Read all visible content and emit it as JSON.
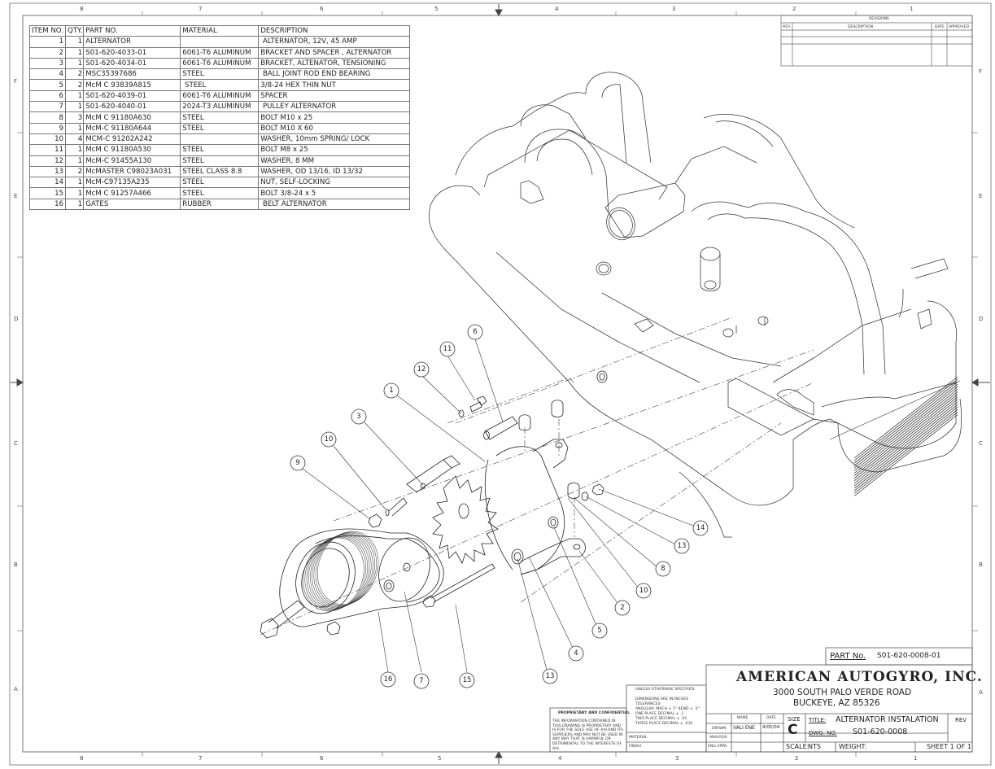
{
  "border": {
    "columns_top": [
      "8",
      "7",
      "6",
      "5",
      "4",
      "3",
      "2",
      "1"
    ],
    "columns_bottom": [
      "8",
      "7",
      "6",
      "5",
      "4",
      "3",
      "2",
      "1"
    ],
    "rows_left": [
      "F",
      "E",
      "D",
      "C",
      "B",
      "A"
    ],
    "rows_right": [
      "F",
      "E",
      "D",
      "C",
      "B",
      "A"
    ]
  },
  "bom": {
    "headers": [
      "ITEM NO.",
      "QTY.",
      "PART NO.",
      "MATERIAL",
      "DESCRIPTION"
    ],
    "rows": [
      {
        "item": "1",
        "qty": "1",
        "part": "ALTERNATOR",
        "material": "",
        "description": " ALTERNATOR, 12V, 45 AMP"
      },
      {
        "item": "2",
        "qty": "1",
        "part": "S01-620-4033-01",
        "material": "6061-T6 ALUMINUM",
        "description": "BRACKET AND SPACER , ALTERNATOR"
      },
      {
        "item": "3",
        "qty": "1",
        "part": "S01-620-4034-01",
        "material": "6061-T6 ALUMINUM",
        "description": "BRACKET, ALTENATOR, TENSIONING"
      },
      {
        "item": "4",
        "qty": "2",
        "part": "MSC35397686",
        "material": "STEEL",
        "description": " BALL JOINT ROD END BEARING"
      },
      {
        "item": "5",
        "qty": "2",
        "part": "McM C 93839A815",
        "material": " STEEL",
        "description": "3/8-24 HEX THIN NUT"
      },
      {
        "item": "6",
        "qty": "1",
        "part": "S01-620-4039-01",
        "material": "6061-T6 ALUMINUM",
        "description": "SPACER"
      },
      {
        "item": "7",
        "qty": "1",
        "part": "S01-620-4040-01",
        "material": "2024-T3 ALUMINUM",
        "description": " PULLEY ALTERNATOR"
      },
      {
        "item": "8",
        "qty": "3",
        "part": "McM C 91180A630",
        "material": "STEEL",
        "description": "BOLT M10 x 25"
      },
      {
        "item": "9",
        "qty": "1",
        "part": "McM-C 91180A644",
        "material": "STEEL",
        "description": "BOLT M10 X 60"
      },
      {
        "item": "10",
        "qty": "4",
        "part": "MCM-C 91202A242",
        "material": "",
        "description": "WASHER, 10mm SPRING/ LOCK"
      },
      {
        "item": "11",
        "qty": "1",
        "part": "McM C 91180A530",
        "material": "STEEL",
        "description": "BOLT M8 x 25"
      },
      {
        "item": "12",
        "qty": "1",
        "part": "McM-C 91455A130",
        "material": "STEEL",
        "description": "WASHER, 8 MM"
      },
      {
        "item": "13",
        "qty": "2",
        "part": "McMASTER C98023A031",
        "material": "STEEL CLASS 8.8",
        "description": "WASHER, OD 13/16, ID 13/32"
      },
      {
        "item": "14",
        "qty": "1",
        "part": "McM-C97135A235",
        "material": "STEEL",
        "description": "NUT, SELF-LOCKING"
      },
      {
        "item": "15",
        "qty": "1",
        "part": "McM C 91257A466",
        "material": "STEEL",
        "description": "BOLT 3/8-24 x 5"
      },
      {
        "item": "16",
        "qty": "1",
        "part": "GATES",
        "material": "RUBBER",
        "description": " BELT ALTERNATOR"
      }
    ]
  },
  "revisions": {
    "title": "REVISIONS",
    "headers": [
      "REV.",
      "DESCRIPTION",
      "DATE",
      "APPROVED"
    ]
  },
  "balloons": [
    "6",
    "11",
    "12",
    "1",
    "3",
    "10",
    "9",
    "14",
    "13",
    "8",
    "10",
    "2",
    "5",
    "4",
    "13",
    "16",
    "7",
    "15"
  ],
  "title_block": {
    "part_no_label": "PART No.",
    "part_no": "S01-620-0008-01",
    "company": "AMERICAN AUTOGYRO, INC.",
    "address_line1": "3000 SOUTH PALO VERDE ROAD",
    "address_line2": "BUCKEYE, AZ  85326",
    "tolerances": {
      "line1": "UNLESS OTHERWISE SPECIFIED:",
      "line2": "DIMENSIONS ARE IN INCHES",
      "line3": "TOLERANCES:",
      "line4": "ANGULAR: MACH ± 1°   BEND ± .5°",
      "line5": "ONE PLACE DECIMAL   ± .1",
      "line6": "TWO PLACE DECIMAL   ± .03",
      "line7": "THREE PLACE DECIMAL  ± .010"
    },
    "proprietary": {
      "title": "PROPRIETARY AND CONFIDENTIAL",
      "body": "THE INFORMATION CONTAINED IN THIS DRAWING IS PROPRIETARY AND IS FOR THE SOLE USE OF AAI AND ITS SUPPLIERS AND MAY NOT BE USED IN ANY WAY THAT IS HARMFUL OR DETRIMENTAL TO THE INTERESTS OF AAI."
    },
    "material_label": "MATERIAL",
    "finish_label": "FINISH",
    "name_header": "NAME",
    "date_header": "DATE",
    "drawn_label": "DRAWN",
    "drawn_name": "VALI ENE",
    "drawn_date": "4/05/04",
    "analysis_label": "ANALYSIS",
    "eng_appr_label": "ENG APPR.",
    "size_label": "SIZE",
    "size": "C",
    "title_label": "TITLE:",
    "title": "ALTERNATOR INSTALATION",
    "rev_label": "REV",
    "dwg_no_label": "DWG. NO.",
    "dwg_no": "S01-620-0008",
    "scale_label": "SCALE:",
    "scale": "NTS",
    "weight_label": "WEIGHT:",
    "sheet": "SHEET 1 OF 1"
  }
}
